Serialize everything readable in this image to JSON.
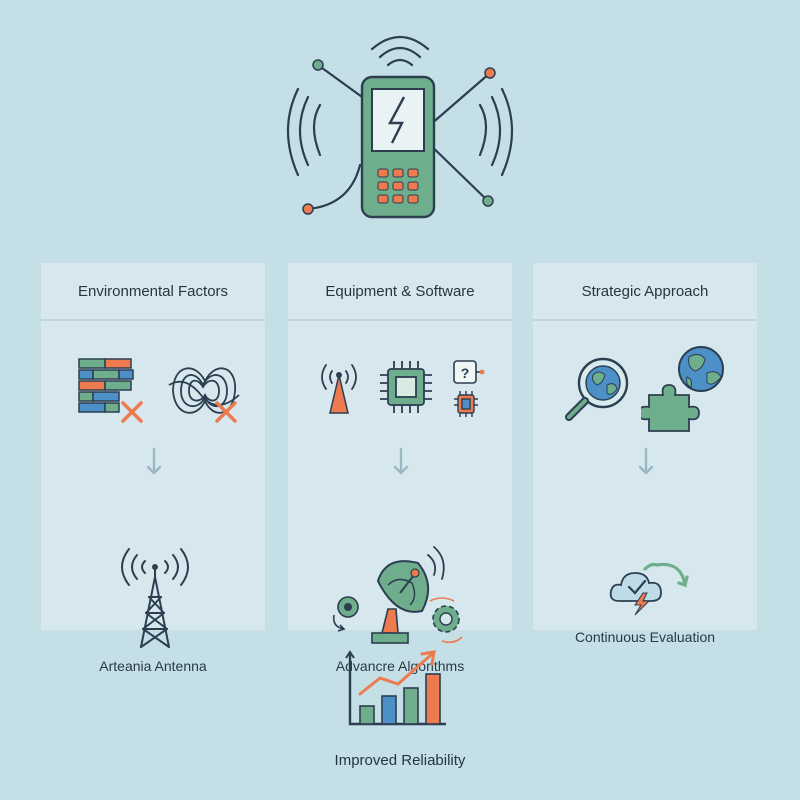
{
  "panels": [
    {
      "title": "Environmental Factors",
      "result_label": "Arteania Antenna"
    },
    {
      "title": "Equipment & Software",
      "result_label": "Advancre Algorithms"
    },
    {
      "title": "Strategic Approach",
      "result_label": "Continuous Evaluation"
    }
  ],
  "outcome": {
    "label": "Improved Reliability"
  },
  "colors": {
    "background": "#c4dfe6",
    "panel": "#d6e8ee",
    "green": "#6fae8c",
    "orange": "#ee7a4f",
    "blue": "#4d90c8",
    "dark": "#2c3e50"
  },
  "icons": [
    "phone-icon",
    "signal-waves-icon",
    "brick-wall-icon",
    "interference-icon",
    "x-mark-icon",
    "antenna-tower-icon",
    "cell-tower-icon",
    "chip-icon",
    "help-chip-icon",
    "satellite-dish-icon",
    "magnifier-globe-icon",
    "puzzle-globe-icon",
    "cloud-refresh-icon",
    "bar-chart-icon"
  ]
}
